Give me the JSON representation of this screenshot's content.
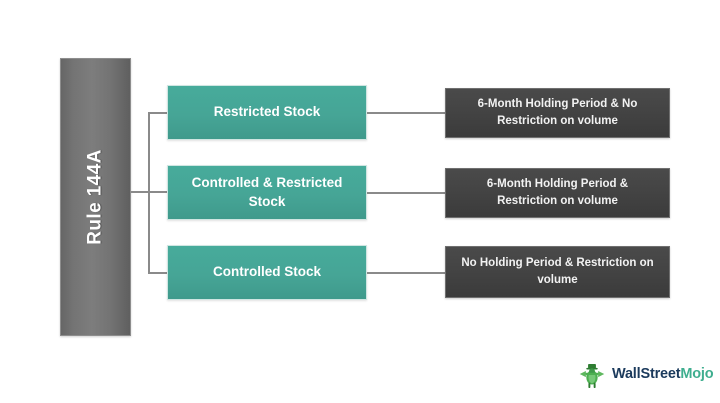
{
  "diagram": {
    "title": "Rule 144A",
    "root": {
      "label": "Rule 144A"
    },
    "categories": [
      {
        "label": "Restricted Stock",
        "detail": "6-Month Holding Period & No Restriction on volume"
      },
      {
        "label": "Controlled & Restricted Stock",
        "detail": "6-Month Holding Period & Restriction on volume"
      },
      {
        "label": "Controlled Stock",
        "detail": "No Holding Period & Restriction on volume"
      }
    ],
    "colors": {
      "root_box": "#747474",
      "category_box": "#46a596",
      "detail_box": "#434343",
      "connector": "#8a8a8a",
      "background": "#ffffff"
    }
  },
  "logo": {
    "icon": "wallstreetmojo-bull-icon",
    "text_primary": "WallStreet",
    "text_accent": "Mojo",
    "primary_color": "#1b3a5c",
    "accent_color": "#3fae8f"
  }
}
